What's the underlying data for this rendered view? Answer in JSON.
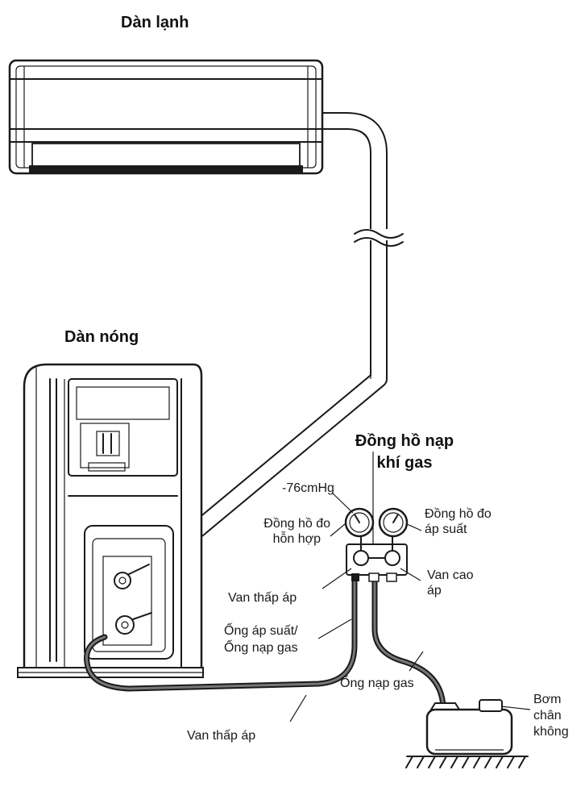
{
  "titles": {
    "indoor_unit": "Dàn lạnh",
    "outdoor_unit": "Dàn nóng",
    "manifold_line1": "Đồng hồ nạp",
    "manifold_line2": "khí gas"
  },
  "labels": {
    "vacuum_reading": "-76cmHg",
    "compound_gauge_line1": "Đồng hồ đo",
    "compound_gauge_line2": "hỗn hợp",
    "pressure_gauge_line1": "Đồng hồ đo",
    "pressure_gauge_line2": "áp suất",
    "low_valve_manifold": "Van thấp áp",
    "high_valve_line1": "Van cao",
    "high_valve_line2": "áp",
    "pressure_hose_line1": "Ống áp suất/",
    "pressure_hose_line2": "Ống nạp gas",
    "charge_hose": "Ống nạp gas",
    "low_valve_unit": "Van thấp áp",
    "pump_line1": "Bơm",
    "pump_line2": "chân",
    "pump_line3": "không"
  },
  "colors": {
    "line": "#1a1a1a",
    "unit_fill": "#ffffff",
    "pipe_fill": "#ffffff",
    "hose": "#4a4a4a"
  },
  "icons": [
    "indoor-unit-icon",
    "outdoor-unit-icon",
    "gauge-icon",
    "manifold-icon",
    "vacuum-pump-icon",
    "ground-icon"
  ]
}
